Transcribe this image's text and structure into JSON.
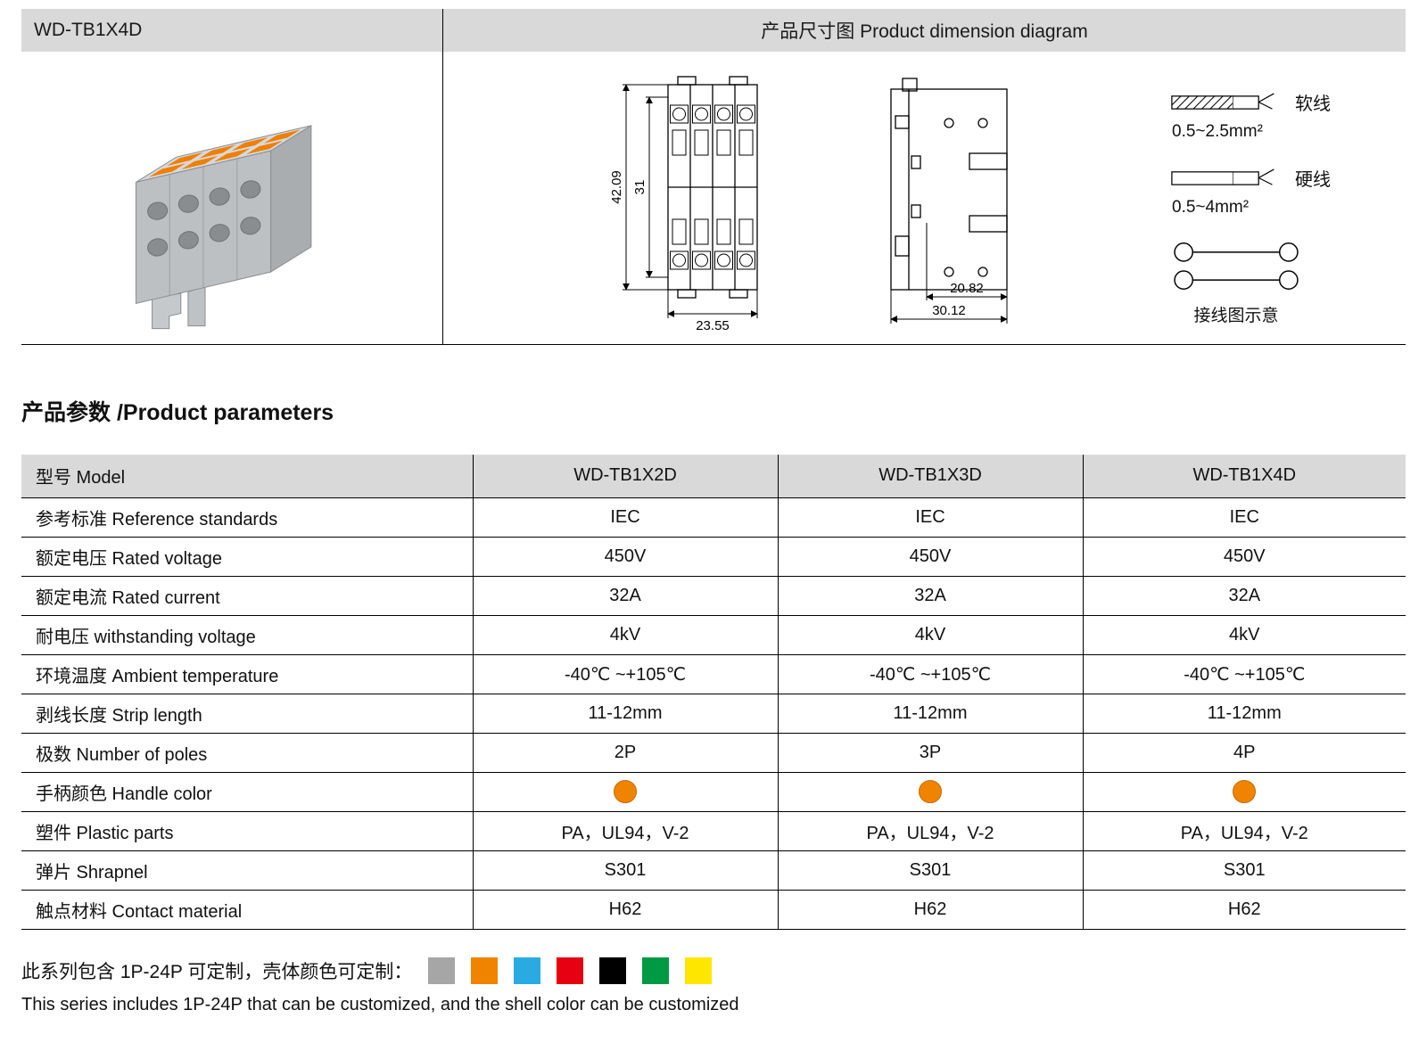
{
  "page": {
    "model_header": "WD-TB1X4D",
    "diagram_header": "产品尺寸图 Product dimension diagram",
    "section_title": "产品参数 /Product parameters",
    "footer_cn": "此系列包含 1P-24P 可定制，壳体颜色可定制：",
    "footer_en": "This series includes 1P-24P that can be customized, and the shell color can be customized"
  },
  "diagram": {
    "front_view": {
      "dim_height_total": "42.09",
      "dim_height_inner": "31",
      "dim_width": "23.55"
    },
    "side_view": {
      "dim_width_inner": "20.82",
      "dim_width_total": "30.12"
    },
    "legend": {
      "soft_wire_label": "软线",
      "soft_wire_range": "0.5~2.5mm²",
      "hard_wire_label": "硬线",
      "hard_wire_range": "0.5~4mm²",
      "wiring_label": "接线图示意"
    }
  },
  "table": {
    "header": [
      "型号 Model",
      "WD-TB1X2D",
      "WD-TB1X3D",
      "WD-TB1X4D"
    ],
    "rows": [
      {
        "label": "参考标准 Reference standards",
        "values": [
          "IEC",
          "IEC",
          "IEC"
        ]
      },
      {
        "label": "额定电压 Rated voltage",
        "values": [
          "450V",
          "450V",
          "450V"
        ]
      },
      {
        "label": "额定电流 Rated current",
        "values": [
          "32A",
          "32A",
          "32A"
        ]
      },
      {
        "label": "耐电压 withstanding voltage",
        "values": [
          "4kV",
          "4kV",
          "4kV"
        ]
      },
      {
        "label": "环境温度 Ambient temperature",
        "values": [
          "-40℃ ~+105℃",
          "-40℃ ~+105℃",
          "-40℃ ~+105℃"
        ]
      },
      {
        "label": "剥线长度 Strip length",
        "values": [
          "11-12mm",
          "11-12mm",
          "11-12mm"
        ]
      },
      {
        "label": "极数 Number of poles",
        "values": [
          "2P",
          "3P",
          "4P"
        ]
      },
      {
        "label": "手柄颜色 Handle color",
        "type": "color",
        "color": "#f08300"
      },
      {
        "label": "塑件 Plastic parts",
        "values": [
          "PA，UL94，V-2",
          "PA，UL94，V-2",
          "PA，UL94，V-2"
        ]
      },
      {
        "label": "弹片 Shrapnel",
        "values": [
          "S301",
          "S301",
          "S301"
        ]
      },
      {
        "label": "触点材料 Contact material",
        "values": [
          "H62",
          "H62",
          "H62"
        ]
      }
    ]
  },
  "colors": {
    "header_bg": "#d9d9d9",
    "handle_orange": "#f08300"
  },
  "swatches": [
    "#a6a6a6",
    "#f08300",
    "#29abe2",
    "#e60012",
    "#000000",
    "#009944",
    "#ffe600"
  ]
}
